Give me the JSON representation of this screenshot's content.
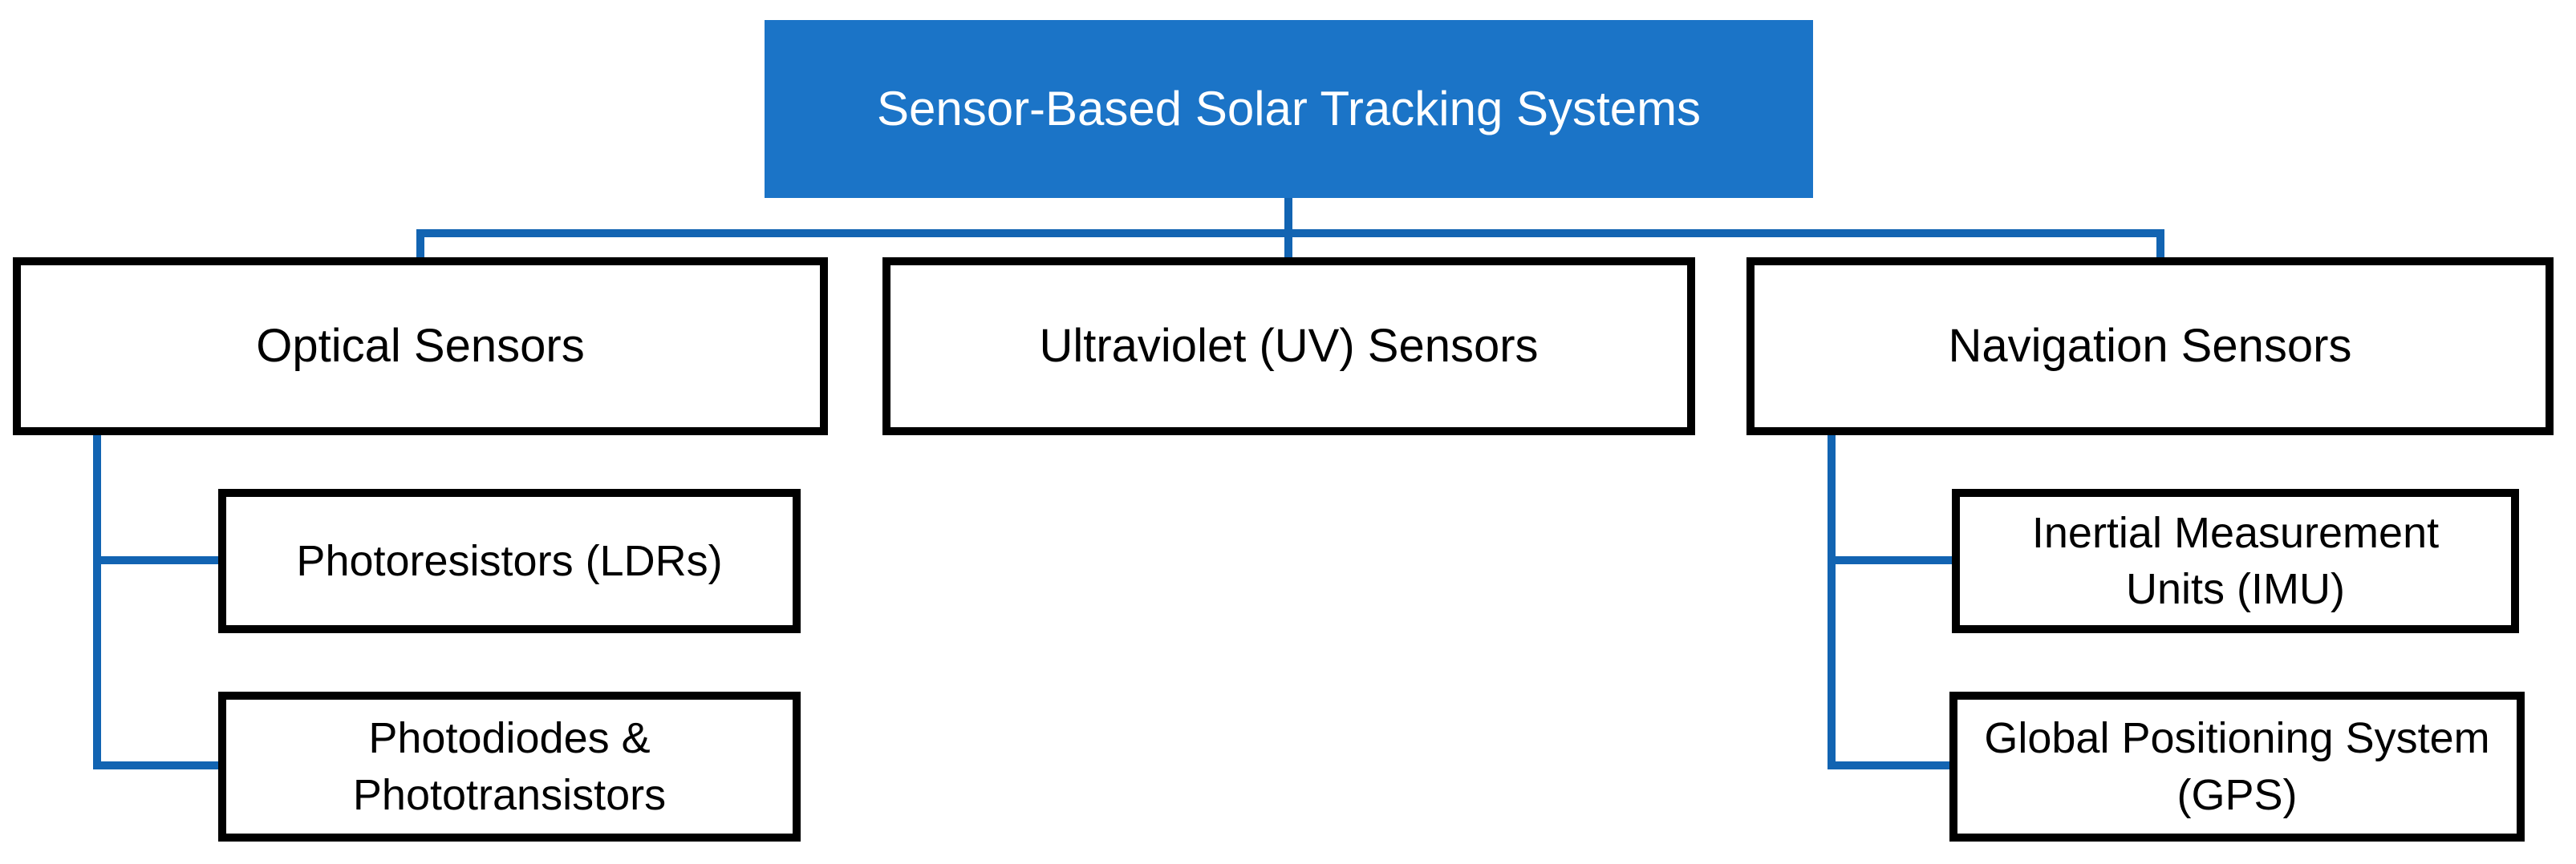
{
  "diagram": {
    "title": "Sensor-Based Solar Tracking Systems",
    "colors": {
      "fill": "#1B74C7",
      "line": "#1264B2",
      "border": "#000000"
    },
    "nodes": {
      "root": {
        "label": "Sensor-Based Solar Tracking Systems"
      },
      "optical": {
        "label": "Optical Sensors"
      },
      "uv": {
        "label": "Ultraviolet (UV) Sensors"
      },
      "navigation": {
        "label": "Navigation Sensors"
      },
      "photoresistors": {
        "label": "Photoresistors (LDRs)"
      },
      "photodiodes": {
        "label": "Photodiodes &\nPhototransistors"
      },
      "imu": {
        "label": "Inertial Measurement\nUnits (IMU)"
      },
      "gps": {
        "label": "Global Positioning System\n(GPS)"
      }
    }
  }
}
